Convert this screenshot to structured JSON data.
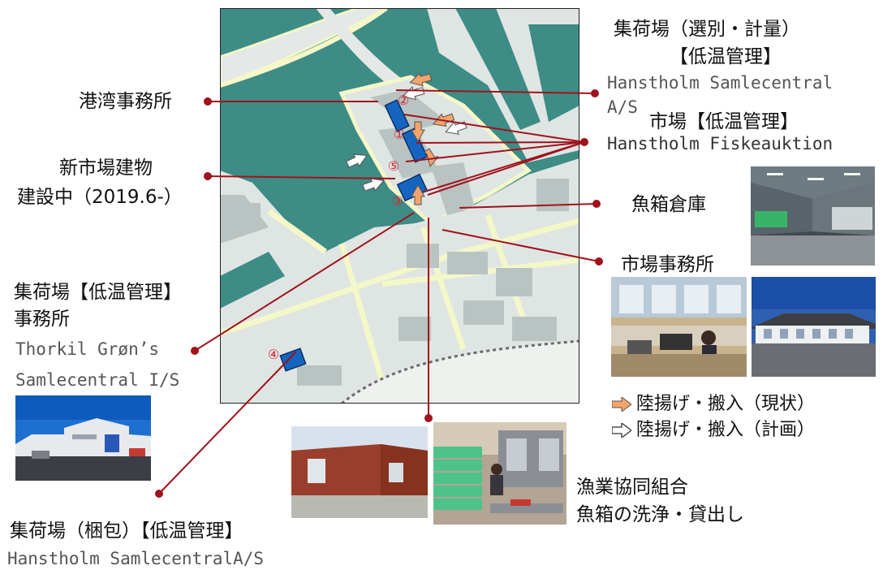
{
  "labels": {
    "port_office": "港湾事務所",
    "new_market_1": "新市場建物",
    "new_market_2": "建設中（2019.6-）",
    "collect_cold_1": "集荷場【低温管理】",
    "collect_cold_2": "事務所",
    "thorkil_1": "Thorkil Grøn’s",
    "thorkil_2": "Samlecentral I/S",
    "sorting_title": "集荷場（選別・計量）",
    "sorting_cold": "【低温管理】",
    "samlecentral_1": "Hanstholm Samlecentral",
    "samlecentral_2": "A/S",
    "market_cold": "市場【低温管理】",
    "fiskeauktion": "Hanstholm Fiskeauktion",
    "fishbox_warehouse": "魚箱倉庫",
    "market_office": "市場事務所",
    "packing_title": "集荷場（梱包）【低温管理】",
    "packing_company": "Hanstholm SamlecentralA/S",
    "coop_1": "漁業協同組合",
    "coop_2": "魚箱の洗浄・貸出し"
  },
  "legend": [
    {
      "text": "陸揚げ・搬入（現状）",
      "icon": "orange-arrow-icon",
      "color": "#f4a46a"
    },
    {
      "text": "陸揚げ・搬入（計画）",
      "icon": "white-arrow-icon",
      "color": "#ffffff"
    }
  ],
  "map": {
    "markers": [
      "②",
      "①",
      "⑤",
      "③",
      "④"
    ],
    "colors": {
      "water": "#3d8c86",
      "land": "#dfe5e3",
      "road": "#f4f7c8",
      "highlight": "#1565c0",
      "leader": "#a0121c",
      "marker": "#d3242e"
    }
  }
}
